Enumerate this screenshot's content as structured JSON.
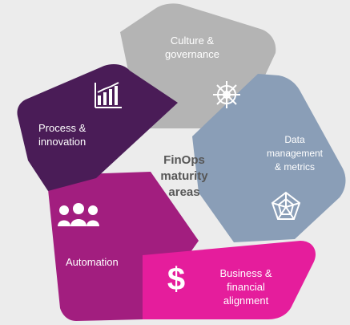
{
  "diagram": {
    "center_title": "FinOps\nmaturity\nareas",
    "segments": [
      {
        "key": "culture",
        "label": "Culture &\ngovernance",
        "color": "#b4b4b4",
        "icon": "ships-wheel-icon"
      },
      {
        "key": "data",
        "label": "Data\nmanagement\n& metrics",
        "color": "#8a9eb7",
        "icon": "radar-chart-icon"
      },
      {
        "key": "business",
        "label": "Business &\nfinancial\nalignment",
        "color": "#e51d9c",
        "icon": "dollar-sign-icon"
      },
      {
        "key": "automation",
        "label": "Automation",
        "color": "#a21e7f",
        "icon": "people-group-icon"
      },
      {
        "key": "process",
        "label": "Process &\ninnovation",
        "color": "#4a1c57",
        "icon": "bar-chart-growth-icon"
      }
    ]
  }
}
